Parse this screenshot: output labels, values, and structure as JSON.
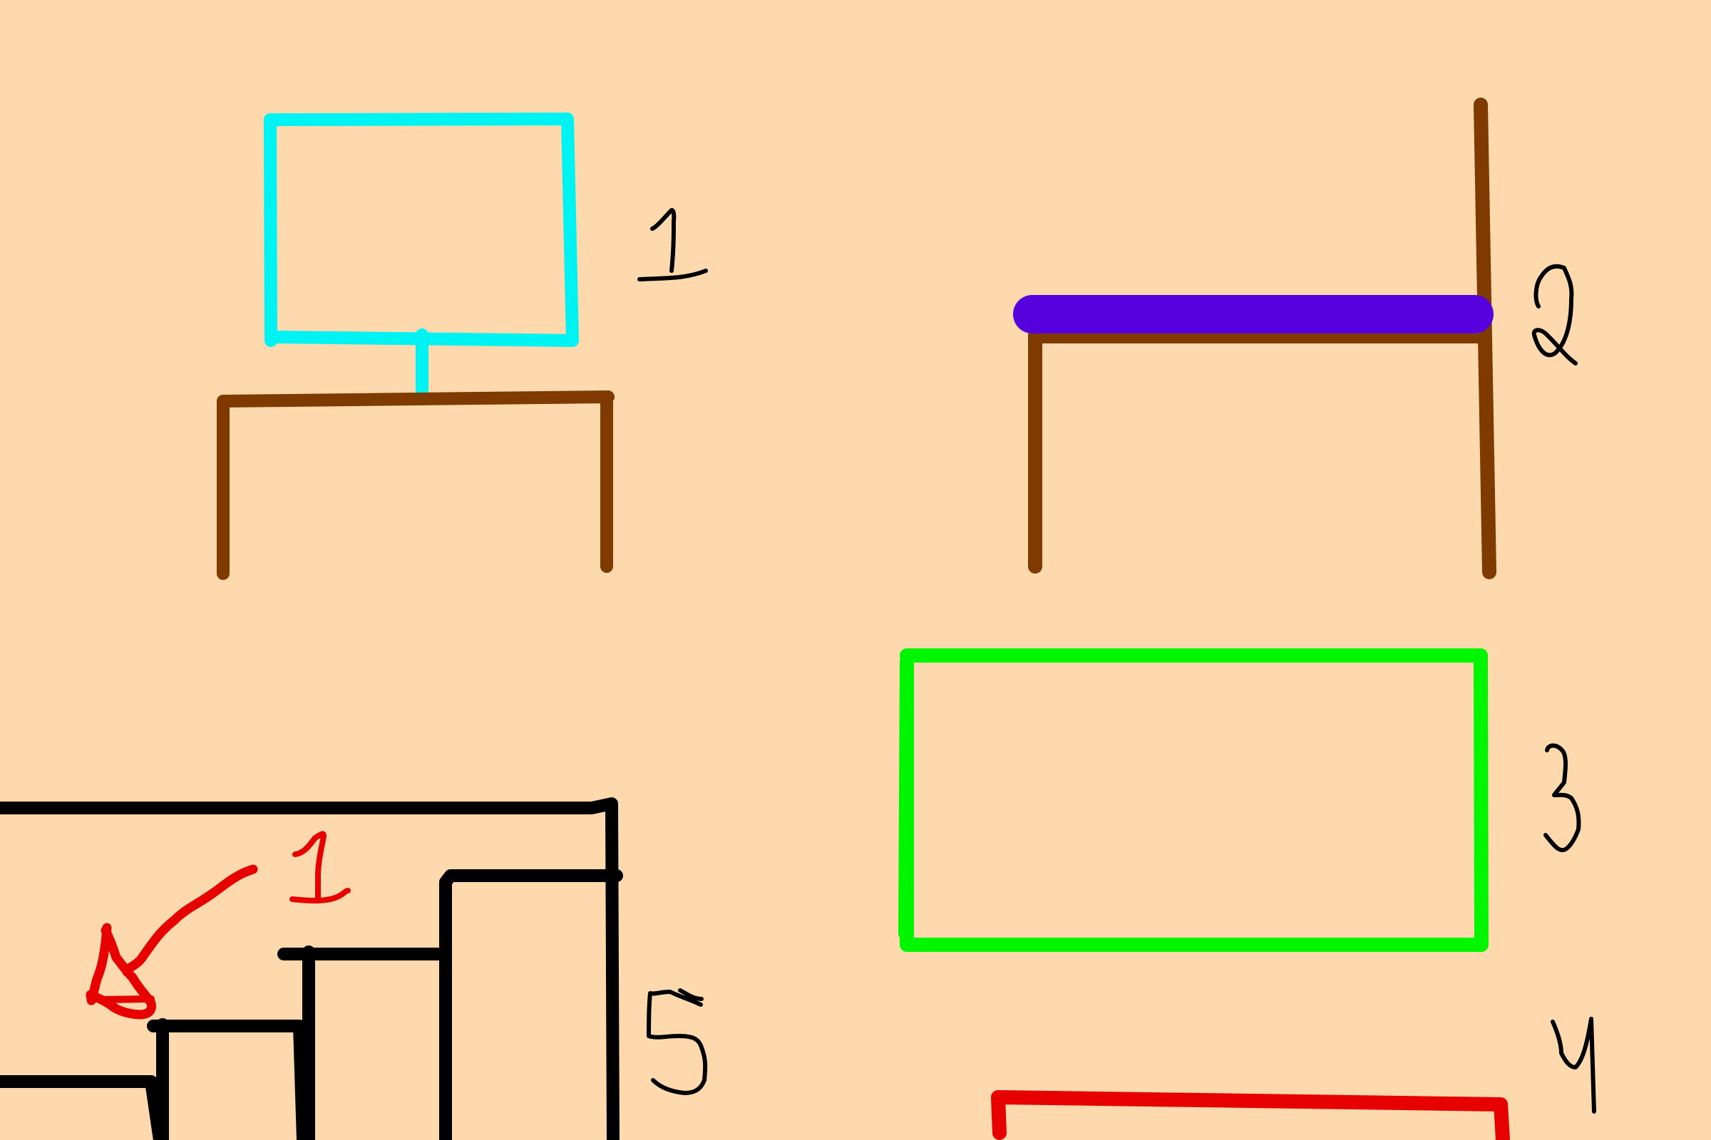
{
  "colors": {
    "background": "#FFD9AE",
    "monitor": "#00F3F3",
    "desk": "#7F3A00",
    "bench_seat": "#5500DD",
    "rectangle": "#00F500",
    "red": "#E60000",
    "ink": "#000000"
  },
  "labels": {
    "label_1": "1",
    "label_2": "2",
    "label_3": "3",
    "label_4": "4",
    "label_5": "5",
    "stairs_marker": "1"
  }
}
